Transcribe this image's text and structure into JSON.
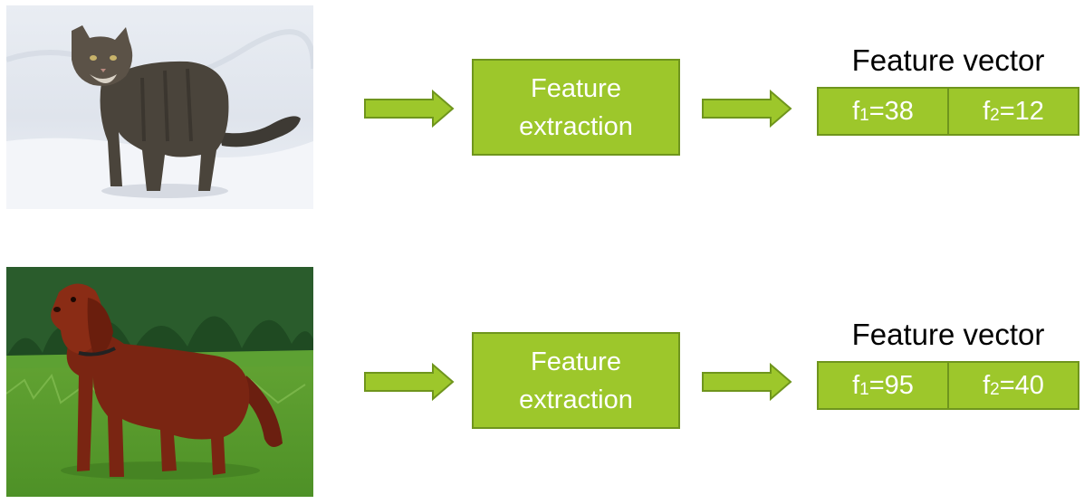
{
  "colors": {
    "box_fill": "#9dc72b",
    "box_border": "#6f951d",
    "text_on_box": "#ffffff"
  },
  "rows": [
    {
      "image": "cat-photo",
      "box_label": "Feature\nextraction",
      "vector_title": "Feature vector",
      "features": [
        {
          "name": "f",
          "index": "1",
          "value": "=38"
        },
        {
          "name": "f",
          "index": "2",
          "value": "=12"
        }
      ]
    },
    {
      "image": "dog-photo",
      "box_label": "Feature\nextraction",
      "vector_title": "Feature vector",
      "features": [
        {
          "name": "f",
          "index": "1",
          "value": "=95"
        },
        {
          "name": "f",
          "index": "2",
          "value": "=40"
        }
      ]
    }
  ]
}
